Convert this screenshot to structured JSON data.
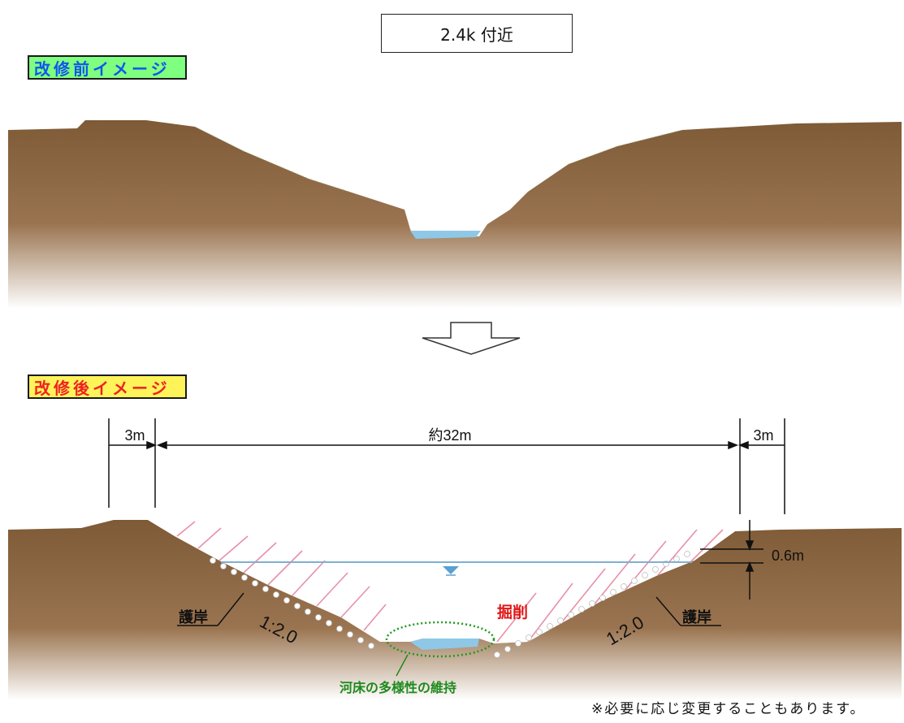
{
  "title": "2.4k 付近",
  "before_label": "改修前イメージ",
  "after_label": "改修後イメージ",
  "dimensions": {
    "left_berm": "3m",
    "river_width": "約32m",
    "right_berm": "3m",
    "depth": "0.6m"
  },
  "slope_left": "1:2.0",
  "slope_right": "1:2.0",
  "revetment_left": "護岸",
  "revetment_right": "護岸",
  "excavation": "掘削",
  "riverbed_label": "河床の多様性の維持",
  "note": "※必要に応じ変更することもあります。",
  "colors": {
    "soil": "#8a6540",
    "water": "#8ec8e6",
    "excavation_label": "#e01818",
    "riverbed_label": "#1e8a1e",
    "hatch": "#e890a8"
  }
}
